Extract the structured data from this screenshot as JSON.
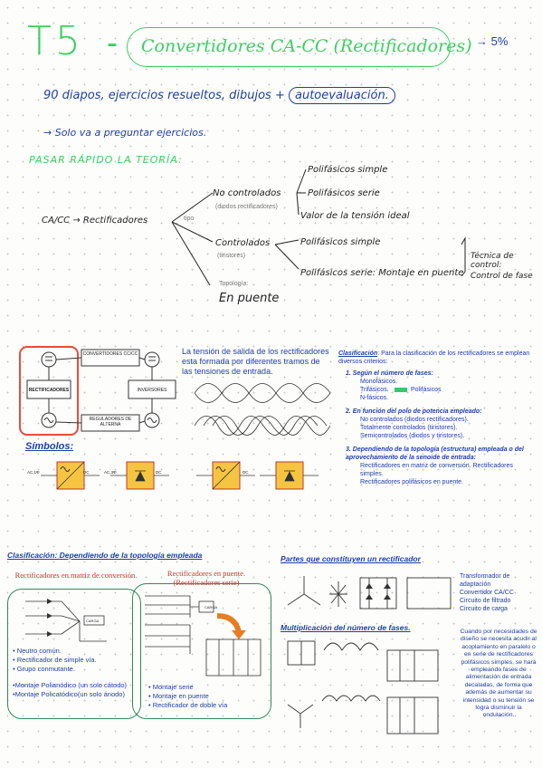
{
  "header": {
    "t5": "T5",
    "dash": "-",
    "subtitle": "Convertidores CA-CC (Rectificadores)",
    "arrow_pct": "→ 5%"
  },
  "notes": {
    "line1_a": "90 diapos, ejercicios resueltos, dibujos +",
    "line1_b": "autoevaluación.",
    "line2": "→ Solo va a preguntar ejercicios.",
    "pasar": "PASAR RÁPIDO LA TEORÍA:"
  },
  "tree": {
    "root": "CA/CC → Rectificadores",
    "tipo": "tipo",
    "no_ctrl": "No controlados",
    "no_ctrl_sub": "(diodos rectificadores)",
    "pol_simple": "Polifásicos simple",
    "pol_serie": "Polifásicos serie",
    "valor": "Valor de la tensión ideal",
    "ctrl": "Controlados",
    "ctrl_sub": "(tiristores)",
    "pol_simple2": "Polifásicos simple",
    "pol_serie2": "Polifásicos serie: Montaje en puente",
    "tecnica": "Técnica de control:",
    "control_fase": "Control de fase",
    "topologia": "Topología:",
    "en_puente": "En puente"
  },
  "diagram1": {
    "conv": "CONVERTIDORES CC/CC",
    "rect": "RECTIFICADORES",
    "inv": "INVERSORES",
    "reg": "REGULADORES DE ALTERNA"
  },
  "tension_text": "La tensión de salida de los rectificadores esta formada por diferentes tramos de las tensiones de entrada.",
  "simbolos": "Símbolos:",
  "sym_labels": {
    "ac1": "AC,1Φ",
    "dc": "DC",
    "ac3": "AC,3Φ"
  },
  "clasificacion": {
    "head": "Clasificación",
    "head_rest": ": Para la clasificación de los rectificadores se emplean diversos criterios:",
    "c1": "1.   Según el número de fases:",
    "c1a": "Monofásicos.",
    "c1b": "Trifásicos.",
    "c1c": "N-fásicos.",
    "c1arrow": "Polifásicos",
    "c2": "2.   En función del polo de potencia empleado:",
    "c2a": "No controlados (diodos rectificadores).",
    "c2b": "Totalmente controlados (tiristores).",
    "c2c": "Semicontrolados (diodos y tiristores).",
    "c3": "3.   Dependiendo de la topología (estructura) empleada o del aprovechamiento de la senoide de entrada:",
    "c3a": "Rectificadores en matriz de conversión. Rectificadores simples.",
    "c3b": "Rectificadores polifásicos en puente."
  },
  "topologia": {
    "title": "Clasificación",
    "title_rest": ": Dependiendo de la topología empleada",
    "left_title": "Rectificadores en matriz de conversión.",
    "left_items": [
      "• Neutro común.",
      "• Rectificador de simple vía.",
      "• Grupo conmutante.",
      "•Montaje Polianódico (un solo cátodo)",
      "•Montaje Policatódico(un solo ánodo)"
    ],
    "right_title": "Rectificadores en puente. (Rectificadores serie)",
    "right_items": [
      "• Montaje serie",
      "• Montaje en puente",
      "• Rectificador de doble vía"
    ],
    "carga": "CARGA"
  },
  "partes": {
    "title": "Partes que constituyen un rectificador",
    "items": [
      "Transformador de adaptación",
      "Convertidor CA/CC",
      "Circuito de filtrado",
      "Circuito de carga"
    ]
  },
  "multiplicacion": {
    "title": "Multiplicación del número de fases.",
    "text": "Cuando por necesidades de diseño se necesita acudir al acoplamiento en paralelo o en serie de rectificadores polifásicos simples, se hará empleando fases de alimentación de entrada decaladas, de forma que además de aumentar su intensidad o su tensión se logra disminuir la ondulación."
  }
}
